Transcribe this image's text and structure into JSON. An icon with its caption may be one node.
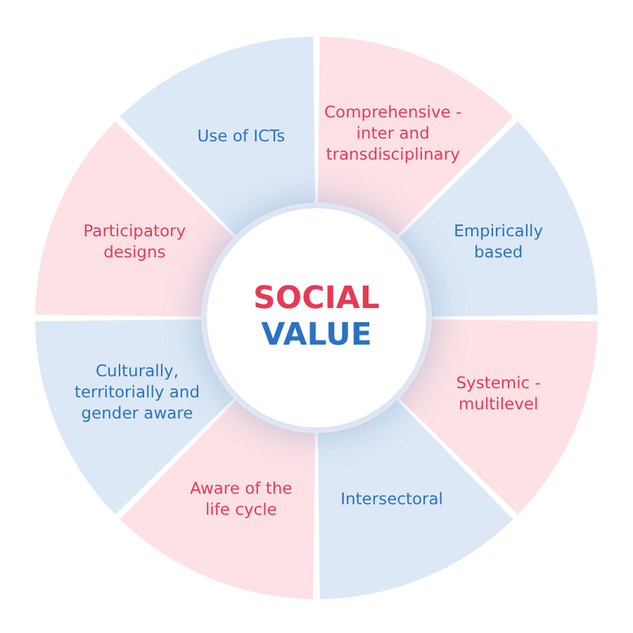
{
  "diagram": {
    "nodes": [
      {
        "text": [
          "SOCIAL",
          "VALUE"
        ]
      },
      {
        "text": [
          "Comprehensive - inter and transdisciplinary"
        ]
      },
      {
        "text": [
          "Empirically based"
        ]
      },
      {
        "text": [
          "Systemic - multilevel"
        ]
      },
      {
        "text": [
          "Intersectoral"
        ]
      },
      {
        "text": [
          "Aware of the life cycle"
        ]
      },
      {
        "text": [
          "Culturally, territorially and gender aware"
        ]
      },
      {
        "text": [
          "Participatory designs"
        ]
      },
      {
        "text": [
          "Use of ICTs"
        ]
      }
    ]
  }
}
